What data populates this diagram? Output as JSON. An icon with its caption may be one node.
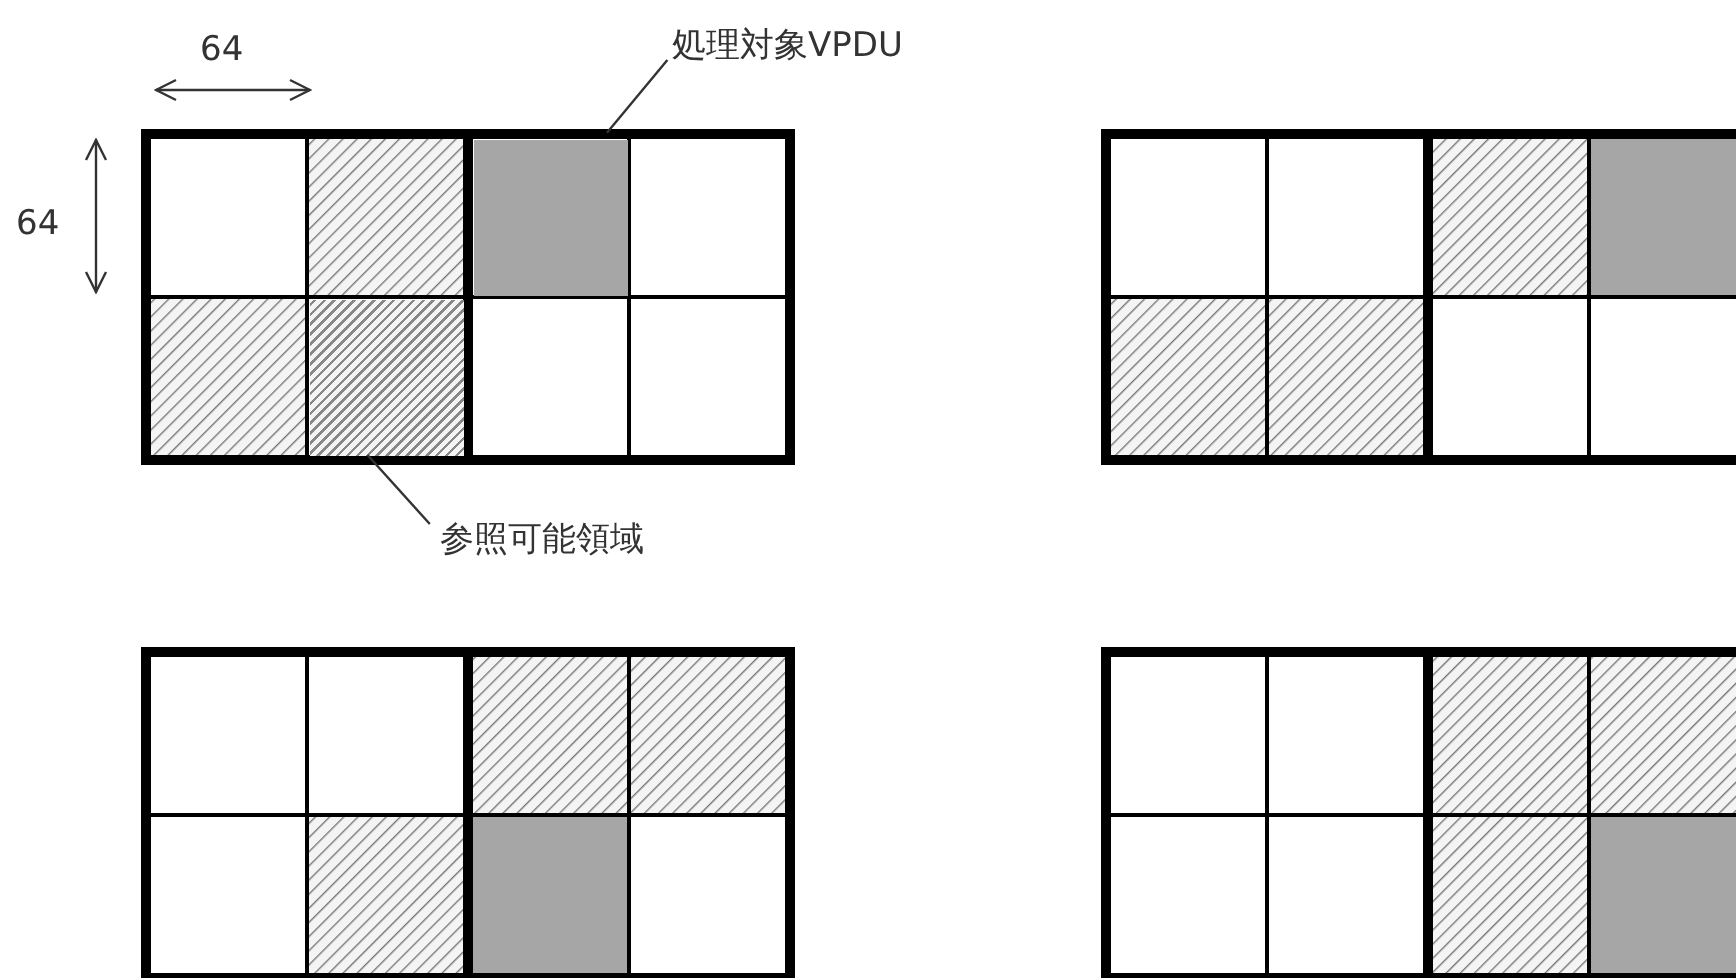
{
  "diagram": {
    "nodes": [
      {
        "text": [
          "処理対象VPDU"
        ]
      },
      {
        "text": [],
        "shape": "box"
      },
      {
        "text": [
          "参照可能領域"
        ]
      },
      {
        "text": [],
        "shape": "box"
      }
    ],
    "edges": [
      {
        "from": 0,
        "to": 1,
        "arrow": "none"
      },
      {
        "from": 2,
        "to": 3,
        "arrow": "none"
      }
    ],
    "labels": [
      "64",
      "64"
    ]
  }
}
